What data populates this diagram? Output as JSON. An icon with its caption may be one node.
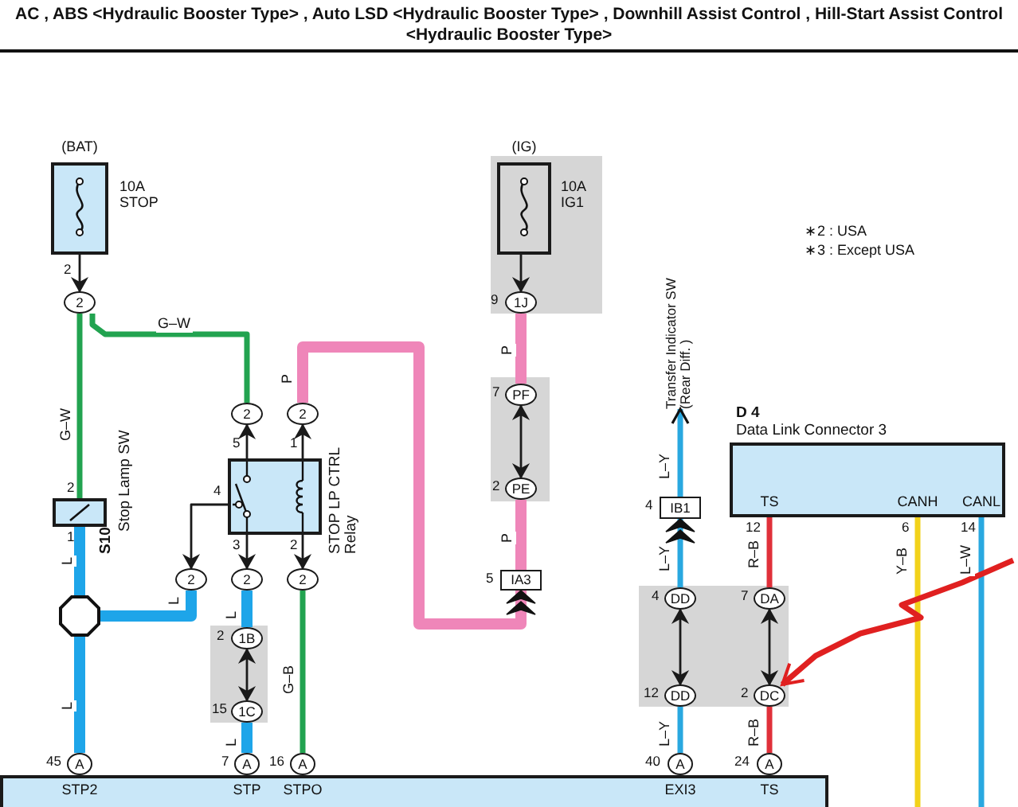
{
  "diagram": {
    "title": "AC , ABS <Hydraulic Booster Type> , Auto LSD <Hydraulic Booster Type> , Downhill Assist Control , Hill-Start Assist Control <Hydraulic Booster Type>",
    "nodes": [
      {
        "text": [
          "(BAT)",
          "10A STOP"
        ],
        "beside": [
          "2"
        ]
      },
      {
        "text": [
          "2"
        ]
      },
      {
        "text": [
          "2"
        ]
      },
      {
        "text": [
          "2"
        ]
      },
      {
        "text": [
          "STOP LP CTRL Relay"
        ],
        "beside": [
          "5",
          "1",
          "4",
          "3",
          "2"
        ]
      },
      {
        "text": [
          "2"
        ]
      },
      {
        "text": [
          "2"
        ]
      },
      {
        "text": [
          "2"
        ]
      },
      {
        "text": [
          "1B"
        ],
        "beside": [
          "2"
        ]
      },
      {
        "text": [
          "1C"
        ],
        "beside": [
          "15"
        ]
      },
      {
        "text": [
          "A"
        ],
        "beside": [
          "7"
        ]
      },
      {
        "text": [
          "A"
        ],
        "beside": [
          "16"
        ]
      },
      {
        "text": [
          "S10",
          "Stop Lamp SW"
        ],
        "beside": [
          "2",
          "1"
        ]
      },
      {
        "text": [],
        "shape": "octagon"
      },
      {
        "text": [
          "A"
        ],
        "beside": [
          "45"
        ]
      },
      {
        "text": [
          "(IG)",
          "10A IG1"
        ]
      },
      {
        "text": [
          "1J"
        ],
        "beside": [
          "9"
        ]
      },
      {
        "text": [
          "PF"
        ],
        "beside": [
          "7"
        ]
      },
      {
        "text": [
          "PE"
        ],
        "beside": [
          "2"
        ]
      },
      {
        "text": [
          "IA3"
        ],
        "beside": [
          "5"
        ]
      },
      {
        "text": [
          "STP2",
          "STP",
          "STPO",
          "EXI3",
          "TS"
        ]
      },
      {
        "text": [
          "Transfer Indicator SW (Rear Diff. )"
        ]
      },
      {
        "text": [
          "IB1"
        ],
        "beside": [
          "4"
        ]
      },
      {
        "text": [
          "DD"
        ],
        "beside": [
          "4"
        ]
      },
      {
        "text": [
          "DD"
        ],
        "beside": [
          "12"
        ]
      },
      {
        "text": [
          "A"
        ],
        "beside": [
          "40"
        ]
      },
      {
        "text": [
          "D 4",
          "Data Link Connector 3",
          "TS",
          "CANH",
          "CANL"
        ],
        "beside": [
          "12",
          "6",
          "14"
        ]
      },
      {
        "text": [
          "DA"
        ],
        "beside": [
          "7"
        ]
      },
      {
        "text": [
          "DC"
        ],
        "beside": [
          "2"
        ]
      },
      {
        "text": [
          "A"
        ],
        "beside": [
          "24"
        ]
      }
    ],
    "edges": [
      {
        "from": 0,
        "to": 1,
        "arrow": "to"
      },
      {
        "from": 1,
        "to": 2,
        "arrow": "none",
        "label": "G–W",
        "color": "#22a350"
      },
      {
        "from": 1,
        "to": 12,
        "arrow": "none",
        "label": "G–W",
        "color": "#22a350"
      },
      {
        "from": 12,
        "to": 13,
        "arrow": "none",
        "label": "L",
        "color": "#1ea5e9",
        "style": "thick"
      },
      {
        "from": 13,
        "to": 14,
        "arrow": "none",
        "label": "L",
        "color": "#1ea5e9",
        "style": "thick"
      },
      {
        "from": 13,
        "to": 5,
        "arrow": "none",
        "label": "L",
        "color": "#1ea5e9",
        "style": "thick"
      },
      {
        "from": 4,
        "to": 2,
        "arrow": "to"
      },
      {
        "from": 4,
        "to": 3,
        "arrow": "to"
      },
      {
        "from": 4,
        "to": 5,
        "arrow": "to"
      },
      {
        "from": 4,
        "to": 6,
        "arrow": "to"
      },
      {
        "from": 4,
        "to": 7,
        "arrow": "to"
      },
      {
        "from": 3,
        "to": 19,
        "arrow": "to",
        "label": "P",
        "color": "#ef86b9",
        "style": "thick"
      },
      {
        "from": 6,
        "to": 8,
        "arrow": "none",
        "label": "L",
        "color": "#1ea5e9",
        "style": "thick"
      },
      {
        "from": 8,
        "to": 9,
        "arrow": "both"
      },
      {
        "from": 9,
        "to": 10,
        "arrow": "none",
        "label": "L",
        "color": "#1ea5e9",
        "style": "thick"
      },
      {
        "from": 7,
        "to": 11,
        "arrow": "none",
        "label": "G–B",
        "color": "#22a350"
      },
      {
        "from": 15,
        "to": 16,
        "arrow": "to"
      },
      {
        "from": 16,
        "to": 17,
        "arrow": "none",
        "label": "P",
        "color": "#ef86b9",
        "style": "thick"
      },
      {
        "from": 17,
        "to": 18,
        "arrow": "both"
      },
      {
        "from": 18,
        "to": 19,
        "arrow": "none",
        "label": "P",
        "color": "#ef86b9",
        "style": "thick"
      },
      {
        "from": 25,
        "to": 24,
        "arrow": "none",
        "label": "L–Y",
        "color": "#29a8e0"
      },
      {
        "from": 24,
        "to": 23,
        "arrow": "both"
      },
      {
        "from": 23,
        "to": 22,
        "arrow": "to",
        "label": "L–Y",
        "color": "#29a8e0"
      },
      {
        "from": 22,
        "to": 21,
        "arrow": "to",
        "label": "L–Y",
        "color": "#29a8e0"
      },
      {
        "from": 26,
        "to": 27,
        "arrow": "none",
        "label": "R–B",
        "color": "#e0303a"
      },
      {
        "from": 27,
        "to": 28,
        "arrow": "both"
      },
      {
        "from": 28,
        "to": 29,
        "arrow": "none",
        "label": "R–B",
        "color": "#e0303a"
      },
      {
        "from": 26,
        "to": null,
        "arrow": "none",
        "label": "Y–B",
        "color": "#f2d21b"
      },
      {
        "from": 26,
        "to": null,
        "arrow": "none",
        "label": "L–W",
        "color": "#29a8e0"
      },
      {
        "from": null,
        "to": 28,
        "arrow": "to",
        "color": "#e02020"
      }
    ],
    "labels": [
      "∗2 : USA",
      "∗3 : Except USA"
    ]
  }
}
